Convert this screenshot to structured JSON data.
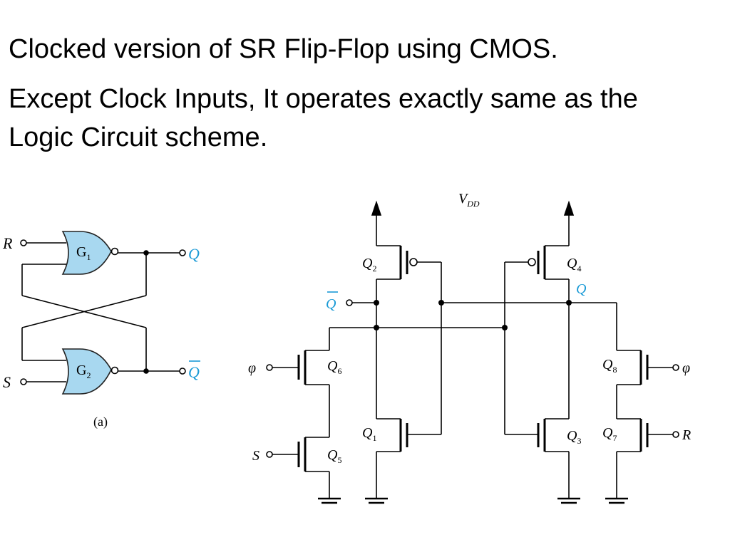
{
  "slide": {
    "title_line": "Clocked version of SR Flip-Flop using CMOS.",
    "body_text": "Except Clock Inputs, It operates exactly same as the Logic Circuit scheme."
  },
  "gate_circuit": {
    "input_r": "R",
    "input_s": "S",
    "gate1": "G",
    "gate1_sub": "1",
    "gate2": "G",
    "gate2_sub": "2",
    "output_q": "Q",
    "output_qbar": "Q",
    "caption": "(a)"
  },
  "cmos_circuit": {
    "vdd": "V",
    "vdd_sub": "DD",
    "q1": "Q",
    "q1_sub": "1",
    "q2": "Q",
    "q2_sub": "2",
    "q3": "Q",
    "q3_sub": "3",
    "q4": "Q",
    "q4_sub": "4",
    "q5": "Q",
    "q5_sub": "5",
    "q6": "Q",
    "q6_sub": "6",
    "q7": "Q",
    "q7_sub": "7",
    "q8": "Q",
    "q8_sub": "8",
    "out_q": "Q",
    "out_qbar": "Q",
    "phi_left": "φ",
    "phi_right": "φ",
    "in_s": "S",
    "in_r": "R"
  },
  "colors": {
    "gate_fill": "#a8d8f0",
    "label_blue": "#1a9ad6"
  }
}
